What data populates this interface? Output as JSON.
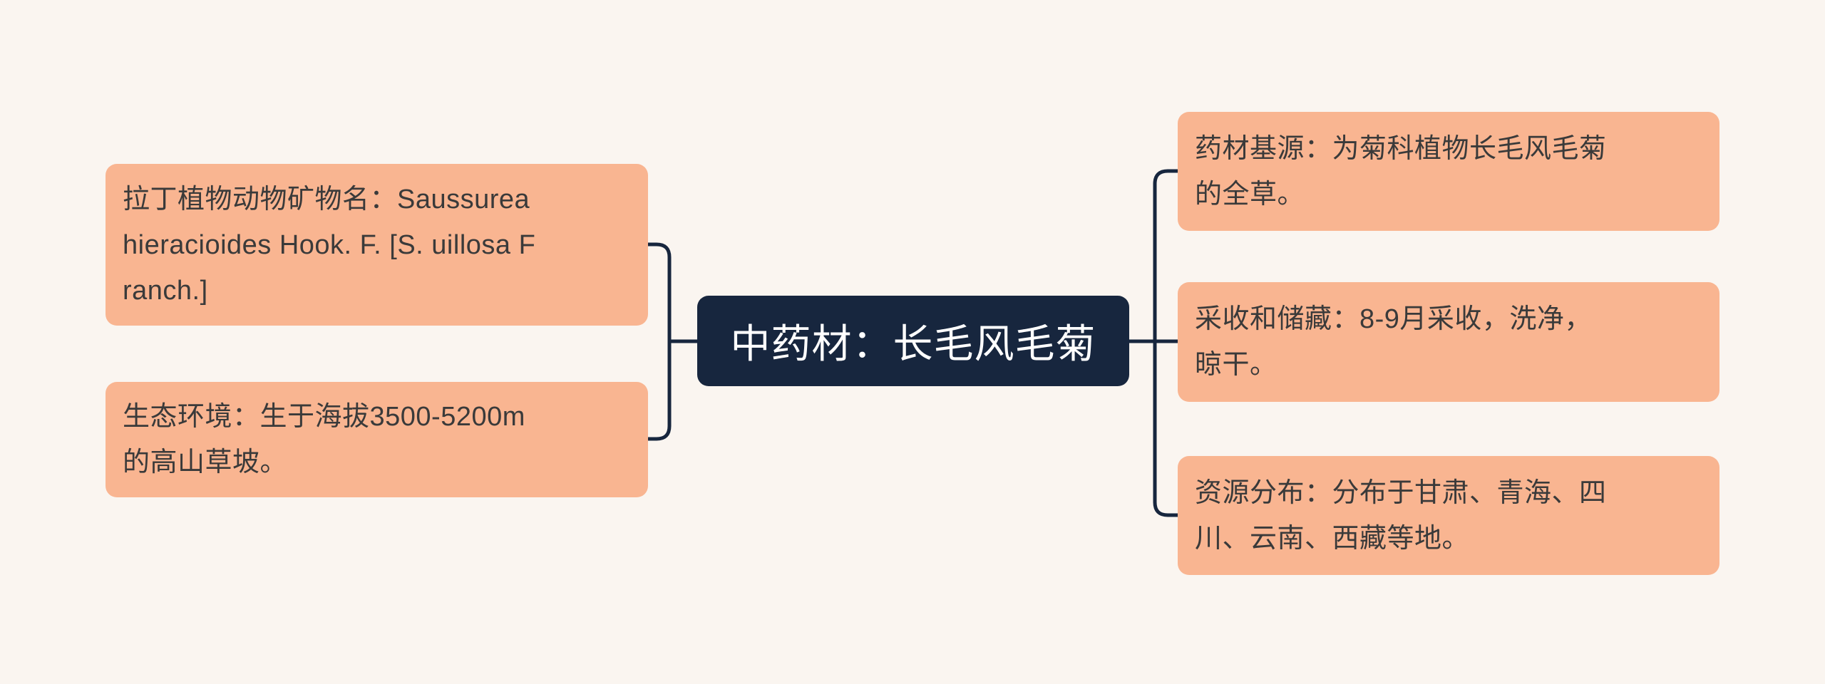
{
  "theme": {
    "background": "#FAF5F0",
    "node_fill": "#17263E",
    "node_text": "#FFFFFF",
    "branch_fill": "#F9B591",
    "branch_text": "#3A3A3A",
    "connector": "#17263E"
  },
  "root": {
    "label": "中药材：长毛风毛菊"
  },
  "left_branches": [
    {
      "name": "latin-name",
      "text": "拉丁植物动物矿物名：Saussurea hieracioides Hook. F. [S. uillosa Franch.]",
      "lines": [
        "拉丁植物动物矿物名：Saussurea",
        "hieracioides Hook. F. [S. uillosa F",
        "ranch.]"
      ]
    },
    {
      "name": "ecology",
      "text": "生态环境：生于海拔3500-5200m的高山草坡。",
      "lines": [
        "生态环境：生于海拔3500-5200m",
        "的高山草坡。"
      ]
    }
  ],
  "right_branches": [
    {
      "name": "source",
      "text": "药材基源：为菊科植物长毛风毛菊的全草。",
      "lines": [
        "药材基源：为菊科植物长毛风毛菊",
        "的全草。"
      ]
    },
    {
      "name": "harvest",
      "text": "采收和储藏：8-9月采收，洗净，晾干。",
      "lines": [
        "采收和储藏：8-9月采收，洗净，",
        "晾干。"
      ]
    },
    {
      "name": "distribution",
      "text": "资源分布：分布于甘肃、青海、四川、云南、西藏等地。",
      "lines": [
        "资源分布：分布于甘肃、青海、四",
        "川、云南、西藏等地。"
      ]
    }
  ]
}
